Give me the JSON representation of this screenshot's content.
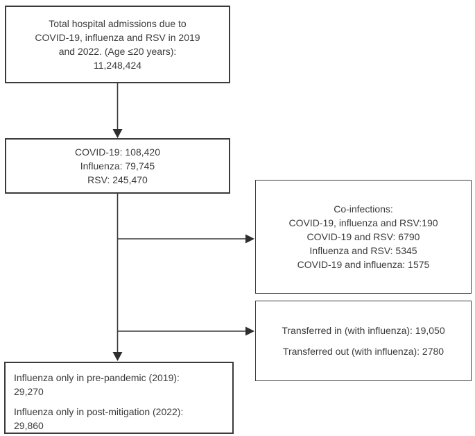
{
  "figure": {
    "background": "#ffffff",
    "line_color": "#3a3a3a",
    "boxes": {
      "total": {
        "lines": [
          "Total hospital admissions due to",
          "COVID-19, influenza and RSV in 2019",
          "and 2022. (Age ≤20 years):",
          "11,248,424"
        ]
      },
      "by_pathogen": {
        "lines": [
          "COVID-19: 108,420",
          "Influenza: 79,745",
          "RSV: 245,470"
        ]
      },
      "coinfections": {
        "lines": [
          "Co-infections:",
          "COVID-19, influenza and RSV:190",
          "COVID-19 and RSV: 6790",
          "Influenza and RSV: 5345",
          "COVID-19 and influenza: 1575"
        ]
      },
      "transfers": {
        "lines": [
          "Transferred in (with influenza): 19,050",
          "Transferred out (with influenza): 2780"
        ]
      },
      "influenza_only": {
        "paragraphs": [
          {
            "label": "Influenza only in pre-pandemic (2019):",
            "value": "29,270"
          },
          {
            "label": "Influenza only in post-mitigation (2022):",
            "value": "29,860"
          }
        ]
      }
    }
  }
}
